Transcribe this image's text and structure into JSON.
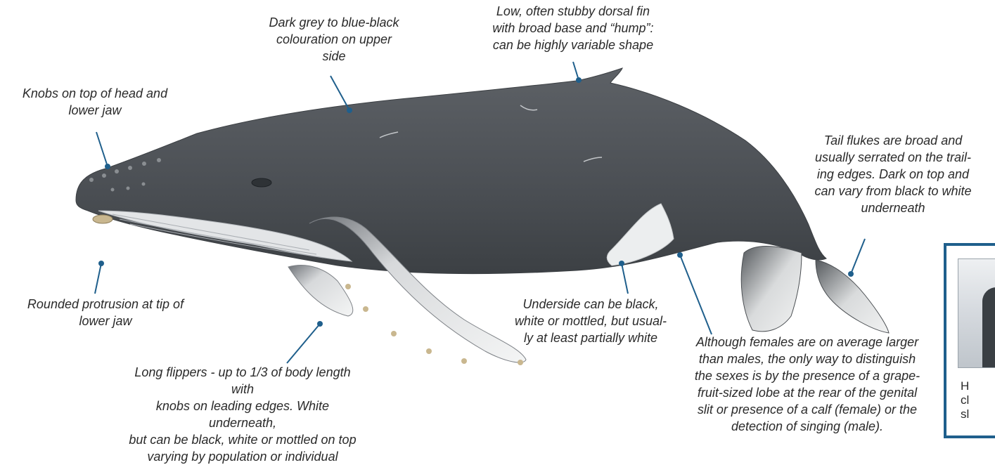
{
  "annotations": {
    "knobs": "Knobs on top of head and\nlower jaw",
    "colouration": "Dark grey to blue-black\ncolouration on upper\nside",
    "dorsal_fin": "Low,  often stubby dorsal  fin\nwith broad base and “hump”:\ncan be highly variable shape",
    "tail_flukes": "Tail flukes are broad and\nusually serrated on the trail-\ning edges.  Dark on top and\ncan vary from black to white\nunderneath",
    "jaw_protrusion": "Rounded protrusion at tip of\nlower jaw",
    "underside": "Underside can be black,\nwhite or mottled, but usual-\nly at least partially white",
    "flippers": "Long flippers -  up to 1/3 of body length with\nknobs on leading edges. White underneath,\nbut  can be black, white or mottled on top\nvarying by population or individual",
    "females": "Although females are on average larger\nthan males, the only way to distinguish\nthe sexes is by the presence of a grape-\nfruit-sized lobe at the rear of the genital\nslit or presence of a calf (female) or the\ndetection of singing (male)."
  },
  "inset": {
    "caption": "H\ncl\nsl"
  },
  "colors": {
    "leader_line": "#1f5f8c",
    "whale_back": "#585c60",
    "whale_belly": "#e9ebec",
    "inset_border": "#1f5f8c"
  }
}
